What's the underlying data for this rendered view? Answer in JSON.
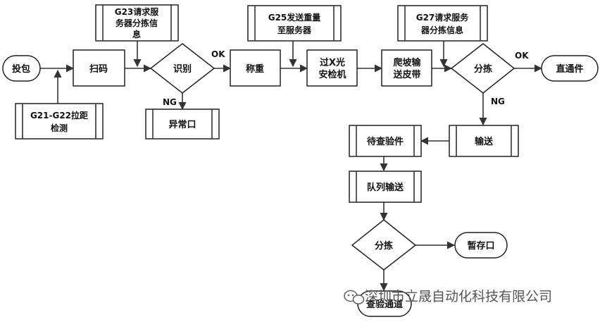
{
  "nodes": {
    "toubao": "投包",
    "saoma": "扫码",
    "shibie": "识别",
    "chengzhong": "称重",
    "xray_1": "过X光",
    "xray_2": "安检机",
    "paopo_1": "爬坡输",
    "paopo_2": "送皮带",
    "fenjian_1": "分拣",
    "zhitongjian": "直通件",
    "yichangkou": "异常口",
    "shusong": "输送",
    "daichayanjian": "待查验件",
    "duilie": "队列输送",
    "fenjian_2": "分拣",
    "zancunkou": "暂存口",
    "chayantongdao": "查验通道"
  },
  "callouts": {
    "g21_1": "G21-G22拉距",
    "g21_2": "检测",
    "g23_1": "G23请求服",
    "g23_2": "务器分拣信",
    "g23_3": "息",
    "g25_1": "G25发送重量",
    "g25_2": "至服务器",
    "g27_1": "G27请求服务",
    "g27_2": "器分拣信息"
  },
  "edge_labels": {
    "ok_1": "OK",
    "ng_1": "NG",
    "ok_2": "OK",
    "ng_2": "NG"
  },
  "watermark": {
    "text": "深圳市立晟自动化科技有限公司",
    "logo_icon": "wechat-logo-icon"
  },
  "colors": {
    "stroke": "#222222",
    "background": "#ffffff",
    "watermark": "#555555"
  }
}
